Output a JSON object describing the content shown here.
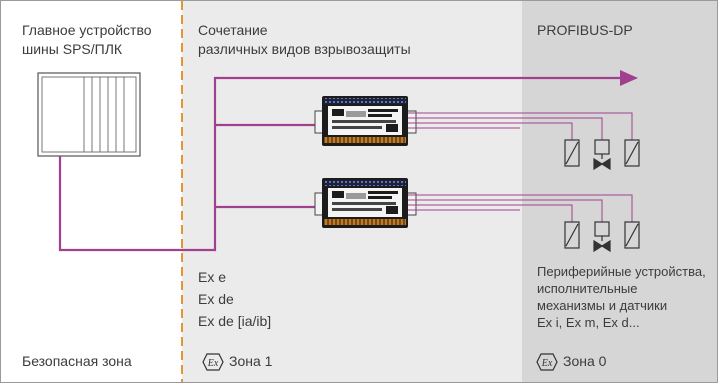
{
  "zones": {
    "safe": {
      "title_line1": "Главное устройство",
      "title_line2": "шины SPS/ПЛК",
      "footer": "Безопасная зона"
    },
    "zone1": {
      "title_line1": "Сочетание",
      "title_line2": "различных видов взрывозащиты",
      "protection_types": [
        "Ex e",
        "Ex de",
        "Ex de [ia/ib]"
      ],
      "ex_symbol": "Ex",
      "footer": "Зона 1"
    },
    "zone0": {
      "title": "PROFIBUS-DP",
      "devices_text": [
        "Периферийные устройства,",
        "исполнительные",
        "механизмы и датчики",
        "Ex i, Ex m, Ex d..."
      ],
      "ex_symbol": "Ex",
      "footer": "Зона 0"
    }
  },
  "colors": {
    "bus_line": "#a0408f",
    "zone_divider": "#e3952e",
    "zone1_bg": "#ebebeb",
    "zone0_bg": "#d6d6d6",
    "border": "#9a9a9a",
    "text": "#3c3c3c"
  }
}
